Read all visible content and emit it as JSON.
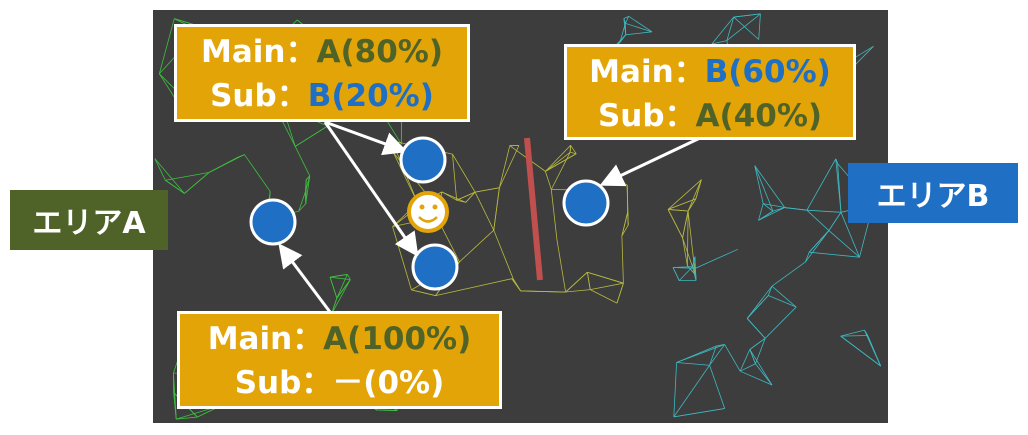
{
  "colors": {
    "accent_a": "#4f6228",
    "accent_b": "#1f6fc5",
    "callout_bg": "#e3a408",
    "boundary": "#c0504d"
  },
  "area_a": {
    "label": "エリアA"
  },
  "area_b": {
    "label": "エリアB"
  },
  "callouts": [
    {
      "main_prefix": "Main：",
      "main_value": "A(80%)",
      "sub_prefix": "Sub：",
      "sub_value": "B(20%)"
    },
    {
      "main_prefix": "Main：",
      "main_value": "B(60%)",
      "sub_prefix": "Sub：",
      "sub_value": "A(40%)"
    },
    {
      "main_prefix": "Main：",
      "main_value": "A(100%)",
      "sub_prefix": "Sub：",
      "sub_value": "－(0%)"
    }
  ],
  "icons": {
    "agent": "smiley-face-icon",
    "point": "blue-circle-marker"
  }
}
